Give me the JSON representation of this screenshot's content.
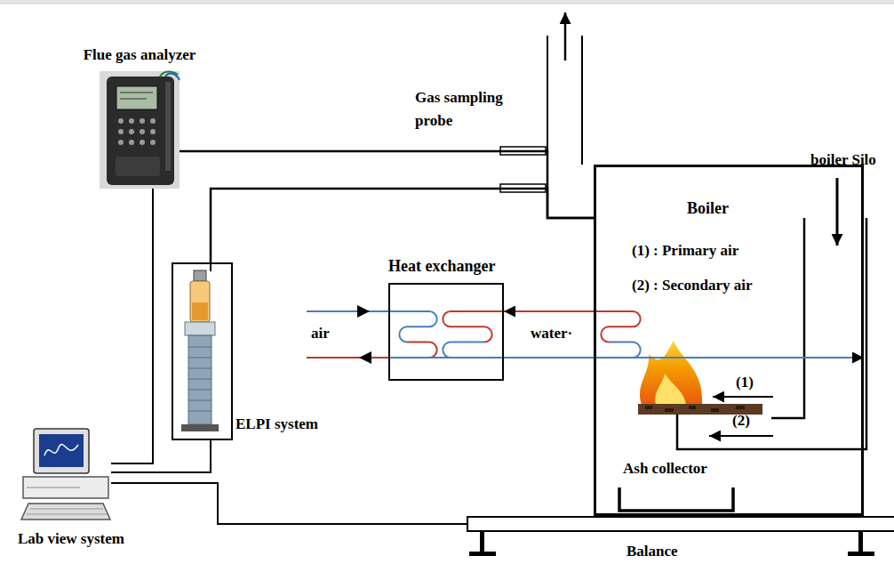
{
  "diagram": {
    "nodes": [
      {
        "text": [
          "Flue gas analyzer"
        ]
      },
      {
        "text": [
          "Boiler",
          "(1) : Primary air",
          "(2) : Secondary air"
        ]
      },
      {
        "text": [
          "Heat exchanger"
        ]
      },
      {
        "text": [
          "ELPI system"
        ]
      },
      {
        "text": [
          "Ash collector"
        ],
        "in": 1
      },
      {
        "text": [
          "Lab view system"
        ]
      },
      {
        "text": [
          "Balance"
        ]
      }
    ],
    "edges": [
      {
        "from": 0,
        "to": 1,
        "arrow": "none"
      },
      {
        "from": 3,
        "to": 1,
        "arrow": "none"
      },
      {
        "from": 0,
        "to": 5,
        "arrow": "none"
      },
      {
        "from": 3,
        "to": 5,
        "arrow": "none"
      },
      {
        "from": 5,
        "to": 6,
        "arrow": "none"
      },
      {
        "from": 1,
        "to": 2,
        "arrow": "to"
      },
      {
        "from": 2,
        "to": 1,
        "arrow": "to"
      }
    ],
    "labels": [
      "Gas sampling probe",
      "boiler Silo",
      "air",
      "water·",
      "(1)",
      "(2)"
    ]
  }
}
